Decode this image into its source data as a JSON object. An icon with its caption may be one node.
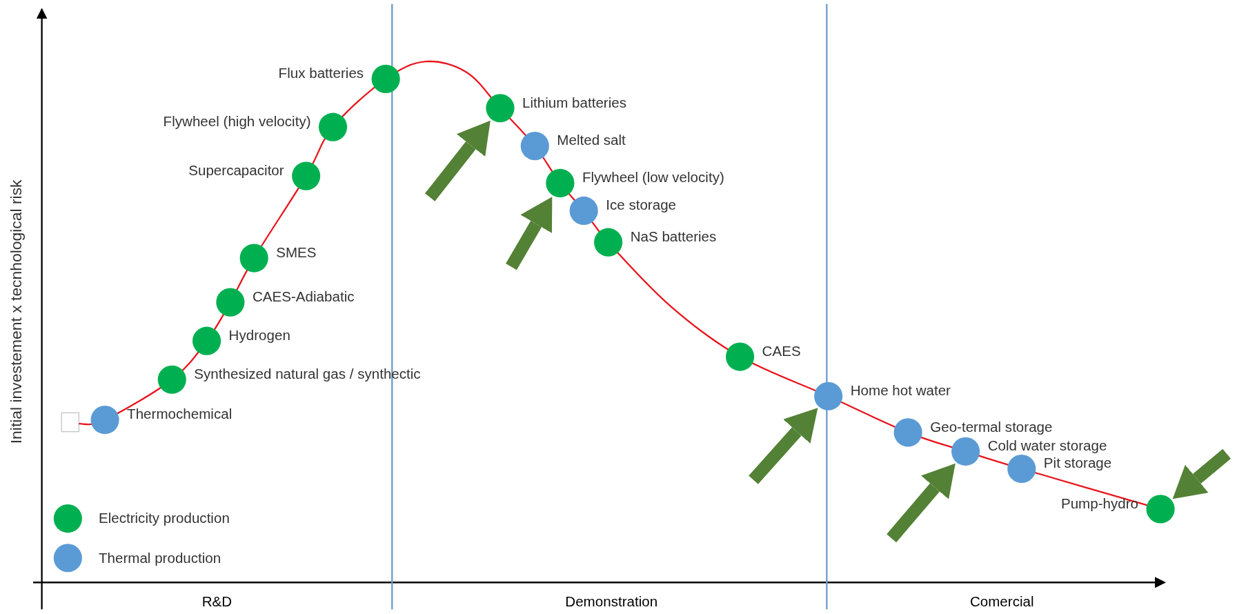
{
  "diagram": {
    "nodes": [
      {
        "text": [],
        "shape": "circle",
        "beside": [
          "Thermochemical"
        ]
      },
      {
        "text": [],
        "shape": "circle",
        "beside": [
          "Synthesized natural gas / synthectic"
        ]
      },
      {
        "text": [],
        "shape": "circle",
        "beside": [
          "Hydrogen"
        ]
      },
      {
        "text": [],
        "shape": "circle",
        "beside": [
          "CAES-Adiabatic"
        ]
      },
      {
        "text": [],
        "shape": "circle",
        "beside": [
          "SMES"
        ]
      },
      {
        "text": [],
        "shape": "circle",
        "beside": [
          "Supercapacitor"
        ]
      },
      {
        "text": [],
        "shape": "circle",
        "beside": [
          "Flywheel (high velocity)"
        ]
      },
      {
        "text": [],
        "shape": "circle",
        "beside": [
          "Flux batteries"
        ]
      },
      {
        "text": [],
        "shape": "circle",
        "beside": [
          "Lithium batteries"
        ]
      },
      {
        "text": [],
        "shape": "circle",
        "beside": [
          "Melted salt"
        ]
      },
      {
        "text": [],
        "shape": "circle",
        "beside": [
          "Flywheel (low velocity)"
        ]
      },
      {
        "text": [],
        "shape": "circle",
        "beside": [
          "Ice storage"
        ]
      },
      {
        "text": [],
        "shape": "circle",
        "beside": [
          "NaS batteries"
        ]
      },
      {
        "text": [],
        "shape": "circle",
        "beside": [
          "CAES"
        ]
      },
      {
        "text": [],
        "shape": "circle",
        "beside": [
          "Home hot water"
        ]
      },
      {
        "text": [],
        "shape": "circle",
        "beside": [
          "Geo-termal storage"
        ]
      },
      {
        "text": [],
        "shape": "circle",
        "beside": [
          "Cold water storage"
        ]
      },
      {
        "text": [],
        "shape": "circle",
        "beside": [
          "Pit storage"
        ]
      },
      {
        "text": [],
        "shape": "circle",
        "beside": [
          "Pump-hydro"
        ]
      }
    ],
    "edges": [
      {
        "from": null,
        "to": 8,
        "arrow": "to"
      },
      {
        "from": null,
        "to": 10,
        "arrow": "to"
      },
      {
        "from": null,
        "to": 14,
        "arrow": "to"
      },
      {
        "from": null,
        "to": 16,
        "arrow": "to"
      },
      {
        "from": null,
        "to": 18,
        "arrow": "to"
      }
    ],
    "labels": [
      "Initial investement x tecnhological risk",
      "R&D",
      "Demonstration",
      "Comercial"
    ],
    "legend": [
      {
        "text": "Electricity production",
        "color": "#00b050"
      },
      {
        "text": "Thermal production",
        "color": "#5b9bd5"
      }
    ]
  }
}
